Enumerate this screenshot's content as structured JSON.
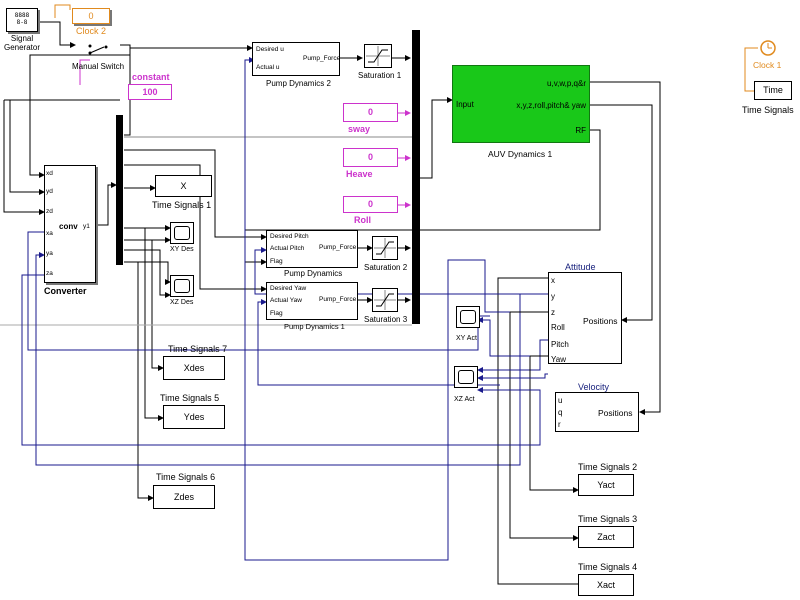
{
  "signal_generator": {
    "label": "Signal\nGenerator",
    "display": "8888\n8-8"
  },
  "clock2": {
    "value": "0",
    "label": "Clock 2"
  },
  "manual_switch": {
    "label": "Manual Switch"
  },
  "constant": {
    "label": "constant",
    "value": "100"
  },
  "converter": {
    "label": "Converter",
    "inputs": [
      "xd",
      "yd",
      "zd",
      "xa",
      "ya",
      "za"
    ],
    "func": "conv",
    "output": "y1"
  },
  "pump_dynamics_2": {
    "label": "Pump Dynamics 2",
    "in1": "Desired u",
    "in2": "Actual u",
    "out": "Pump_Force"
  },
  "pump_dynamics": {
    "label": "Pump Dynamics",
    "in1": "Desired Pitch",
    "in2": "Actual Pitch",
    "in3": "Flag",
    "out": "Pump_Force"
  },
  "pump_dynamics_1": {
    "label": "Pump Dynamics 1",
    "in1": "Desired Yaw",
    "in2": "Actual Yaw",
    "in3": "Flag",
    "out": "Pump_Force"
  },
  "saturation_1": {
    "label": "Saturation 1"
  },
  "saturation_2": {
    "label": "Saturation 2"
  },
  "saturation_3": {
    "label": "Saturation 3"
  },
  "sway": {
    "value": "0",
    "label": "sway"
  },
  "heave": {
    "value": "0",
    "label": "Heave"
  },
  "roll": {
    "value": "0",
    "label": "Roll"
  },
  "auv": {
    "label": "AUV Dynamics  1",
    "input": "Input",
    "out1": "u,v,w,p,q&r",
    "out2": "x,y,z,roll,pitch& yaw",
    "out3": "RF"
  },
  "clock1": {
    "label": "Clock 1",
    "block": "Time",
    "sub": "Time Signals"
  },
  "ts1": {
    "label": "Time Signals  1",
    "var": "X"
  },
  "xy_des": {
    "label": "XY Des"
  },
  "xz_des": {
    "label": "XZ Des"
  },
  "ts7": {
    "label": "Time Signals  7",
    "var": "Xdes"
  },
  "ts5": {
    "label": "Time Signals  5",
    "var": "Ydes"
  },
  "ts6": {
    "label": "Time Signals  6",
    "var": "Zdes"
  },
  "attitude": {
    "title": "Attitude",
    "inputs": [
      "x",
      "y",
      "z",
      "Roll",
      "Pitch",
      "Yaw"
    ],
    "out": "Positions"
  },
  "velocity": {
    "title": "Velocity",
    "inputs": [
      "u",
      "q",
      "r"
    ],
    "out": "Positions"
  },
  "xy_act": {
    "label": "XY Act"
  },
  "xz_act": {
    "label": "XZ Act"
  },
  "ts2": {
    "label": "Time Signals  2",
    "var": "Yact"
  },
  "ts3": {
    "label": "Time Signals  3",
    "var": "Zact"
  },
  "ts4": {
    "label": "Time Signals  4",
    "var": "Xact"
  }
}
